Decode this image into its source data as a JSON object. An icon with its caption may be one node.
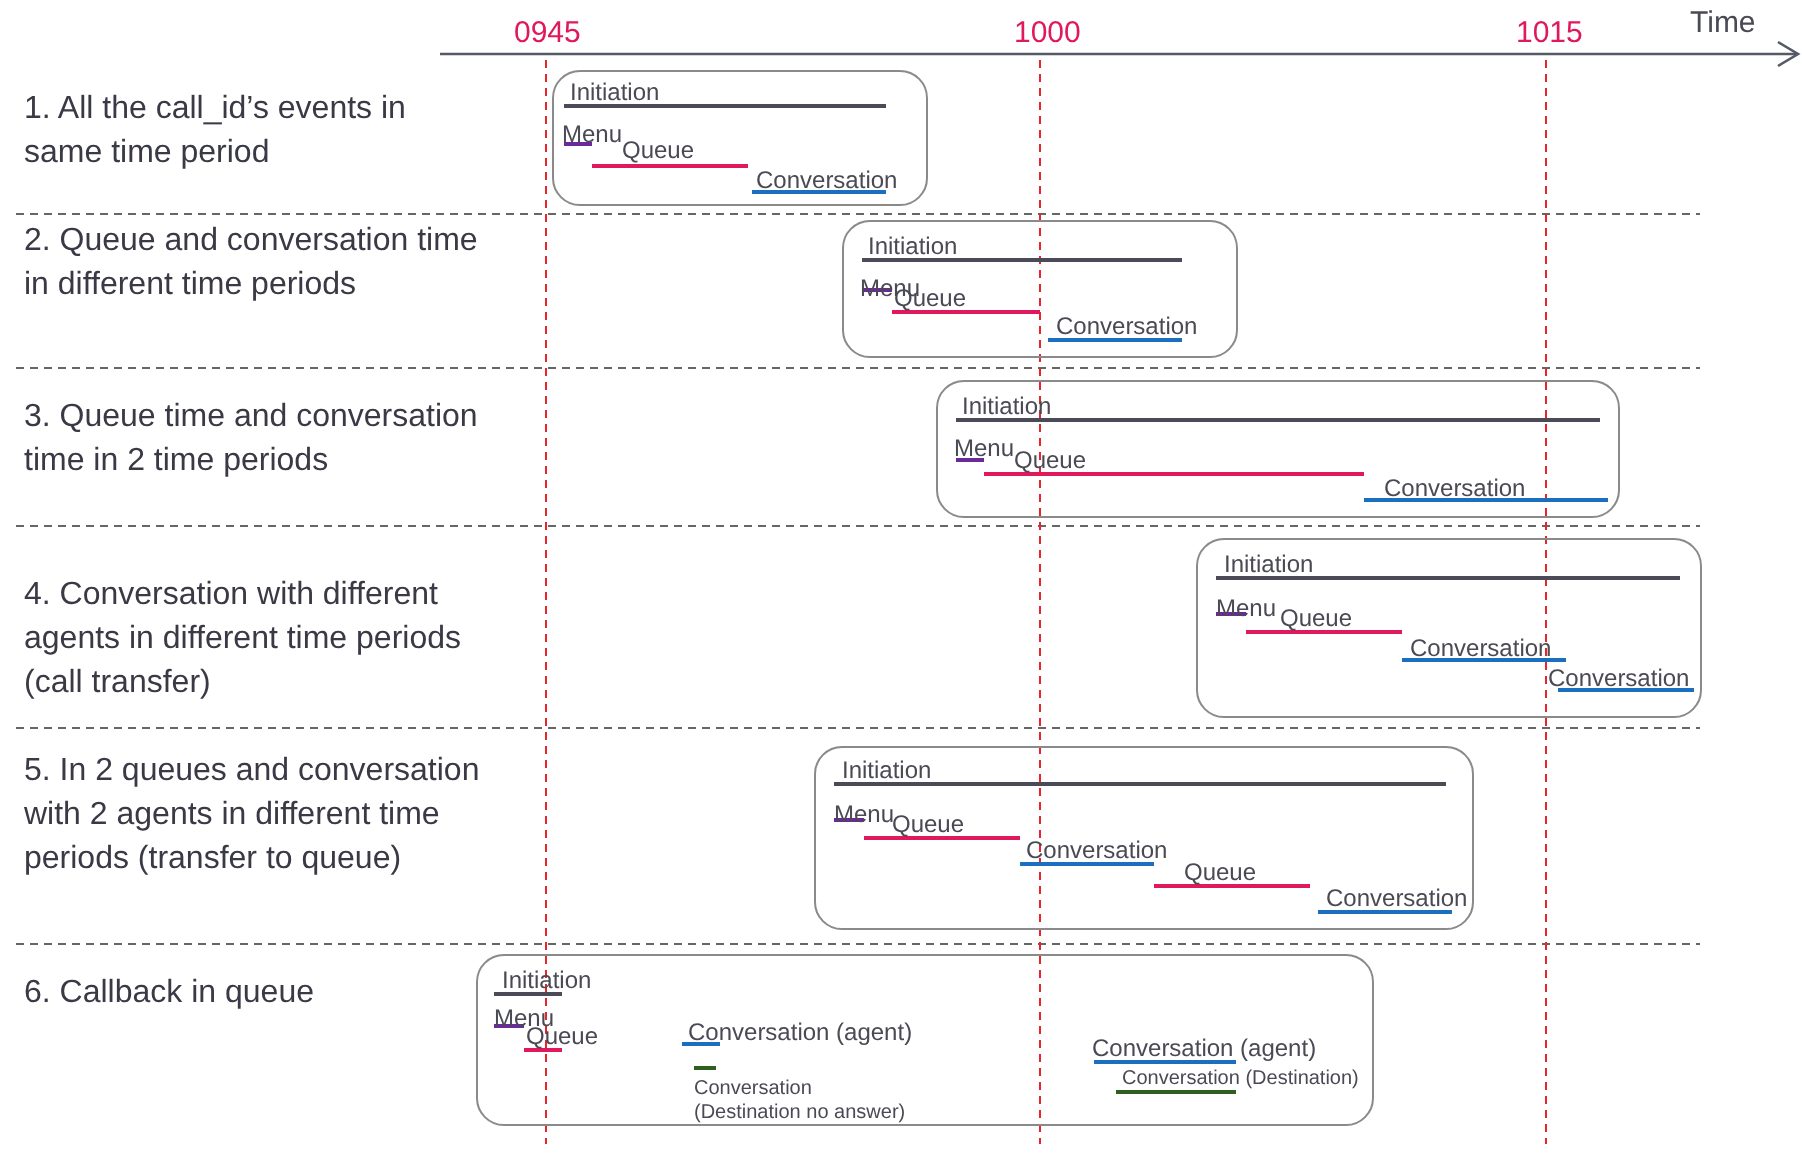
{
  "diagram": {
    "nodes": [
      {
        "text": [],
        "shape": "box"
      },
      {
        "text": [
          "Initiation"
        ],
        "in": 0
      },
      {
        "text": [
          "Menu"
        ],
        "in": 0
      },
      {
        "text": [
          "Queue"
        ],
        "in": 0
      },
      {
        "text": [
          "Conversation"
        ],
        "in": 0
      },
      {
        "text": [],
        "shape": "box"
      },
      {
        "text": [
          "Initiation"
        ],
        "in": 5
      },
      {
        "text": [
          "Menu"
        ],
        "in": 5
      },
      {
        "text": [
          "Queue"
        ],
        "in": 5
      },
      {
        "text": [
          "Conversation"
        ],
        "in": 5
      },
      {
        "text": [],
        "shape": "box"
      },
      {
        "text": [
          "Initiation"
        ],
        "in": 10
      },
      {
        "text": [
          "Menu"
        ],
        "in": 10
      },
      {
        "text": [
          "Queue"
        ],
        "in": 10
      },
      {
        "text": [
          "Conversation"
        ],
        "in": 10
      },
      {
        "text": [],
        "shape": "box"
      },
      {
        "text": [
          "Initiation"
        ],
        "in": 15
      },
      {
        "text": [
          "Menu"
        ],
        "in": 15
      },
      {
        "text": [
          "Queue"
        ],
        "in": 15
      },
      {
        "text": [
          "Conversation"
        ],
        "in": 15
      },
      {
        "text": [
          "Conversation"
        ],
        "in": 15
      },
      {
        "text": [],
        "shape": "box"
      },
      {
        "text": [
          "Initiation"
        ],
        "in": 21
      },
      {
        "text": [
          "Menu"
        ],
        "in": 21
      },
      {
        "text": [
          "Queue"
        ],
        "in": 21
      },
      {
        "text": [
          "Conversation"
        ],
        "in": 21
      },
      {
        "text": [
          "Queue"
        ],
        "in": 21
      },
      {
        "text": [
          "Conversation"
        ],
        "in": 21
      },
      {
        "text": [],
        "shape": "box"
      },
      {
        "text": [
          "Initiation"
        ],
        "in": 28
      },
      {
        "text": [
          "Menu"
        ],
        "in": 28
      },
      {
        "text": [
          "Queue"
        ],
        "in": 28
      },
      {
        "text": [
          "Conversation (agent)"
        ],
        "in": 28
      },
      {
        "text": [
          "Conversation (Destination no answer)"
        ],
        "in": 28
      },
      {
        "text": [
          "Conversation (agent)"
        ],
        "in": 28
      },
      {
        "text": [
          "Conversation (Destination)"
        ],
        "in": 28
      }
    ],
    "labels": [
      "0945",
      "1000",
      "1015",
      "Time",
      "1. All the call_id’s events in same time period",
      "2. Queue and conversation time in different time periods",
      "3. Queue time and conversation time in 2 time periods",
      "4. Conversation with different agents in different time periods (call transfer)",
      "5. In 2 queues and conversation with 2 agents in different time periods (transfer to queue)",
      "6. Callback in queue"
    ]
  }
}
